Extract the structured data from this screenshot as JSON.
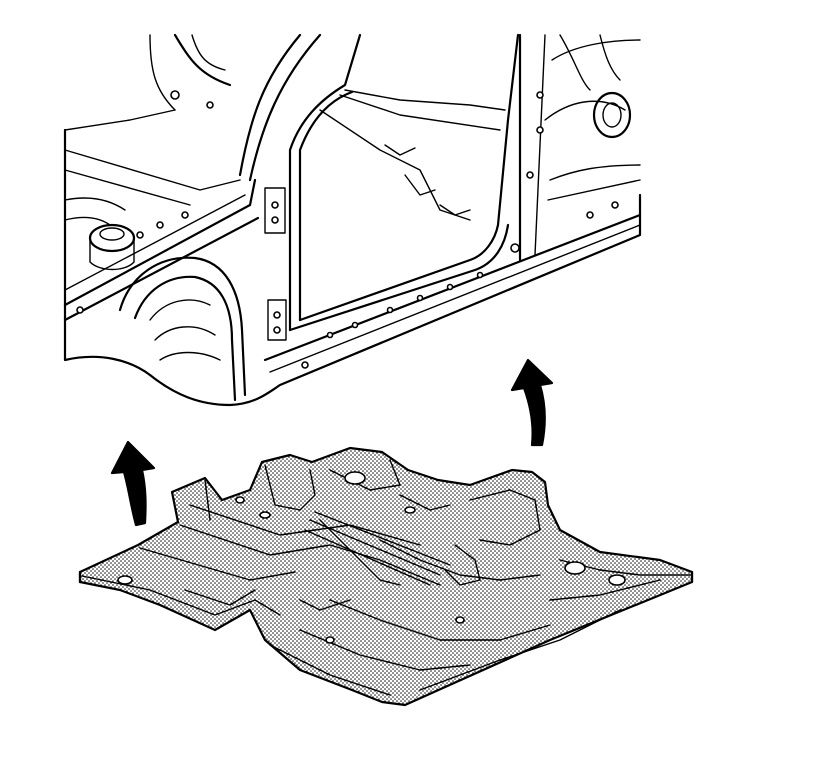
{
  "diagram": {
    "panel_colors": {
      "ink": "#000000",
      "paper": "#ffffff",
      "stipple": "#000000"
    },
    "arrows": [
      {
        "name": "lift-arrow-left",
        "direction": "up"
      },
      {
        "name": "lift-arrow-right",
        "direction": "up"
      }
    ],
    "icons": [
      "curved-up-arrow-icon",
      "curved-up-arrow-icon"
    ]
  }
}
